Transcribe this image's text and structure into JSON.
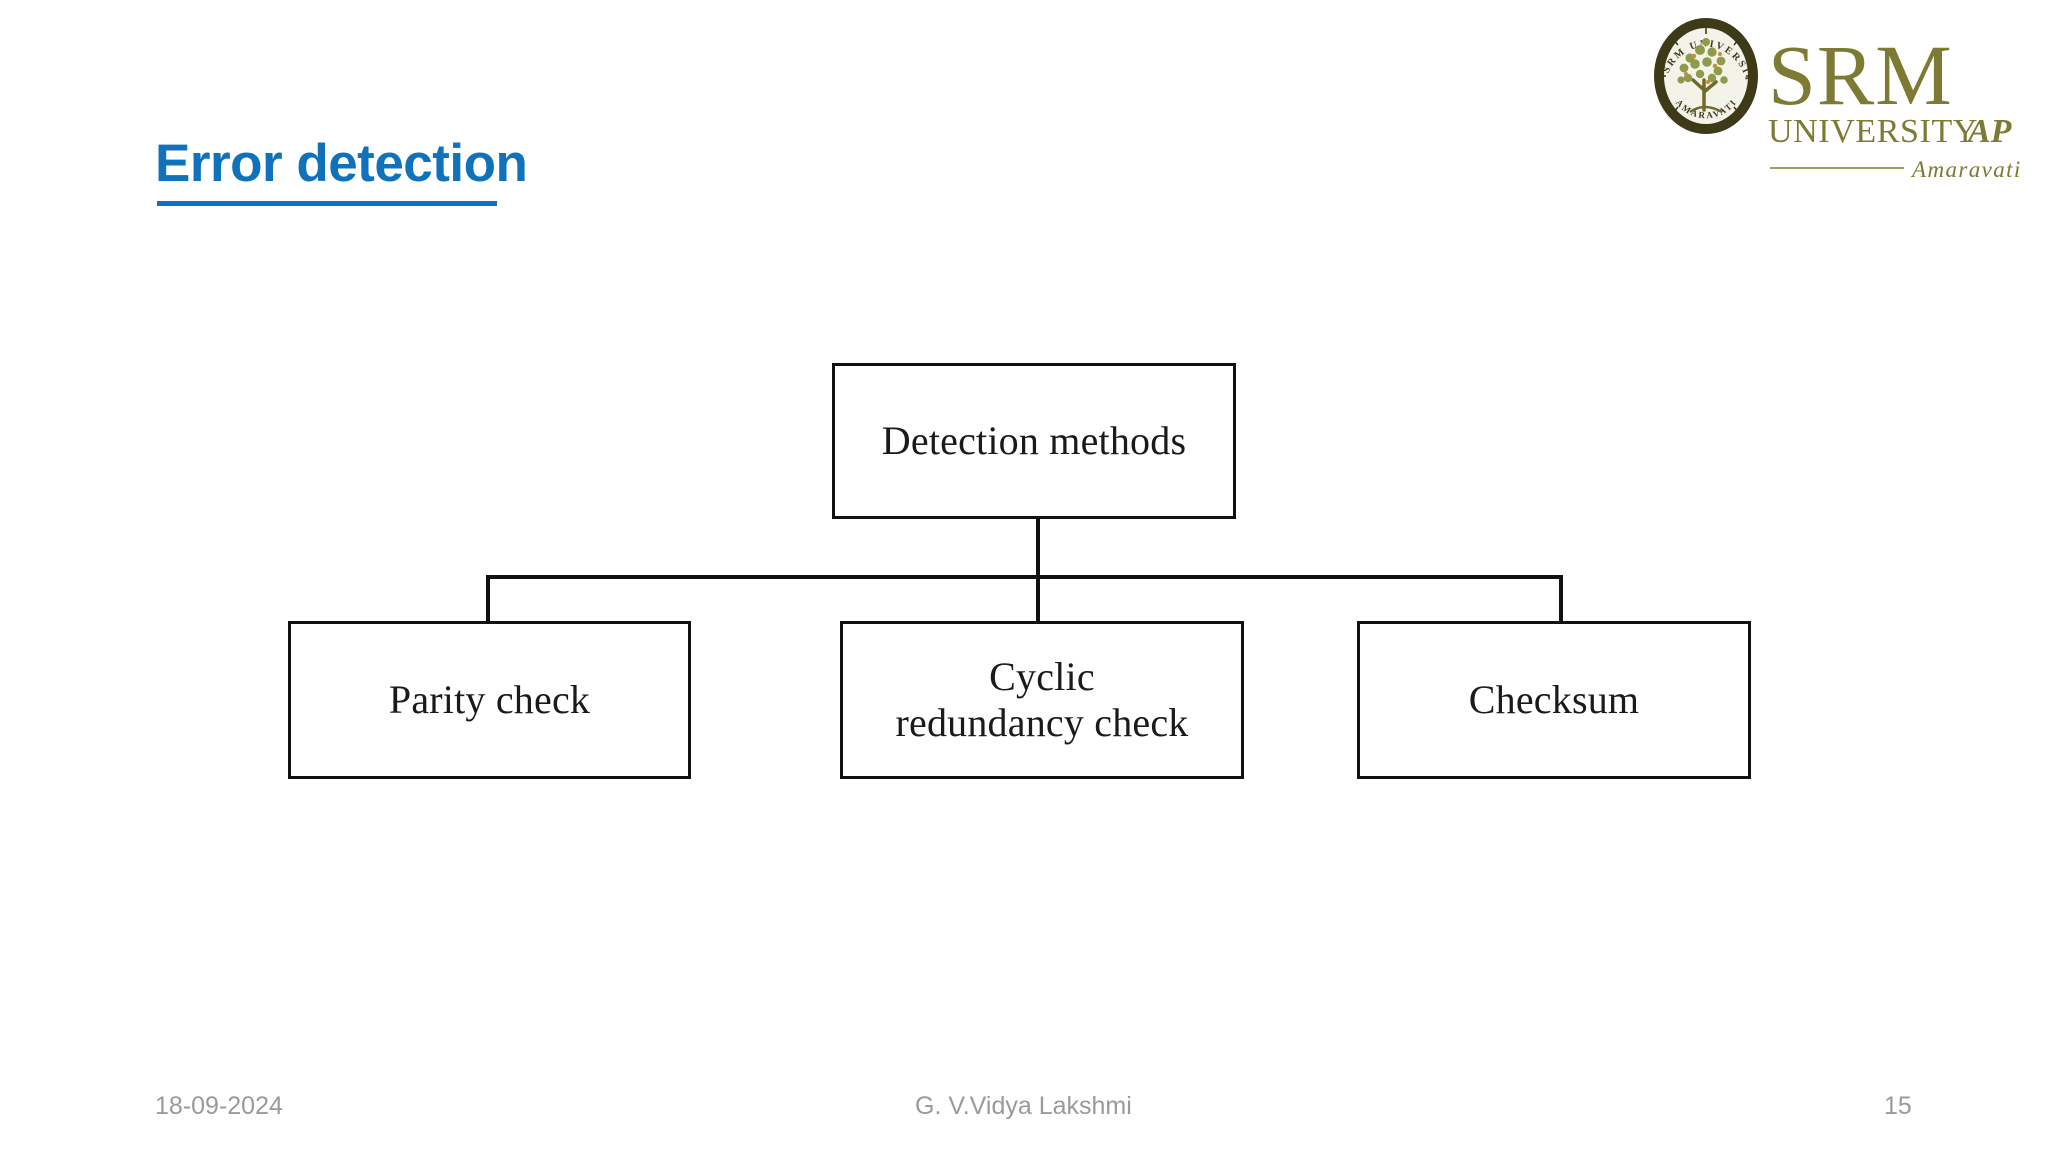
{
  "slide": {
    "title": "Error detection",
    "background_color": "#ffffff",
    "title_color": "#1072BA"
  },
  "logo": {
    "name": "srm-university-ap-logo",
    "seal_top_text": "SRM UNIVERSITY",
    "seal_bottom_text": "AMARAVATI",
    "wordmark": "SRM",
    "subline": "UNIVERSITY AP",
    "tagline": "Amaravati",
    "color": "#7C7A33",
    "seal_ring_color": "#3E3A18"
  },
  "diagram": {
    "type": "tree",
    "root": {
      "label": "Detection methods"
    },
    "children": [
      {
        "label": "Parity check"
      },
      {
        "label": "Cyclic\nredundancy check",
        "line1": "Cyclic",
        "line2": "redundancy check"
      },
      {
        "label": "Checksum"
      }
    ],
    "node_border_color": "#111111",
    "node_fill_color": "#ffffff",
    "node_shadow_color": "#000000",
    "connector_color": "#111111"
  },
  "footer": {
    "date": "18-09-2024",
    "author": "G. V.Vidya Lakshmi",
    "page_number": "15",
    "color": "#9a9a9a"
  }
}
